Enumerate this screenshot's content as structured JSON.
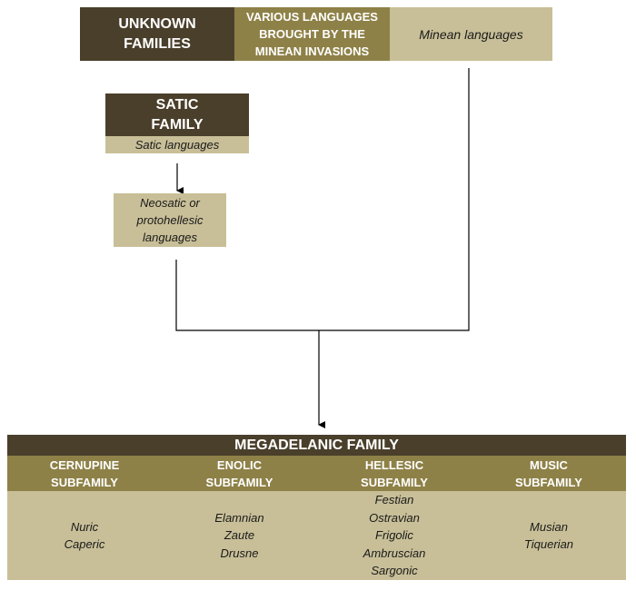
{
  "top_row": {
    "unknown_families": "UNKNOWN\nFAMILIES",
    "minean_invasions": "VARIOUS LANGUAGES\nBROUGHT BY THE\nMINEAN INVASIONS",
    "minean_languages": "Minean languages"
  },
  "satic": {
    "title": "SATIC\nFAMILY",
    "languages": "Satic languages",
    "neosatic": "Neosatic or\nprotohellesic\nlanguages"
  },
  "megadelanic": {
    "title": "MEGADELANIC FAMILY",
    "subfamilies": [
      {
        "name": "CERNUPINE\nSUBFAMILY",
        "languages": "Nuric\nCaperic"
      },
      {
        "name": "ENOLIC\nSUBFAMILY",
        "languages": "Elamnian\nZaute\nDrusne"
      },
      {
        "name": "HELLESIC\nSUBFAMILY",
        "languages": "Festian\nOstravian\nFrigolic\nAmbruscian\nSargonic"
      },
      {
        "name": "MUSIC\nSUBFAMILY",
        "languages": "Musian\nTiquerian"
      }
    ]
  },
  "colors": {
    "dark": "#4a3f2b",
    "mid": "#8e8147",
    "light": "#c8bf98"
  }
}
